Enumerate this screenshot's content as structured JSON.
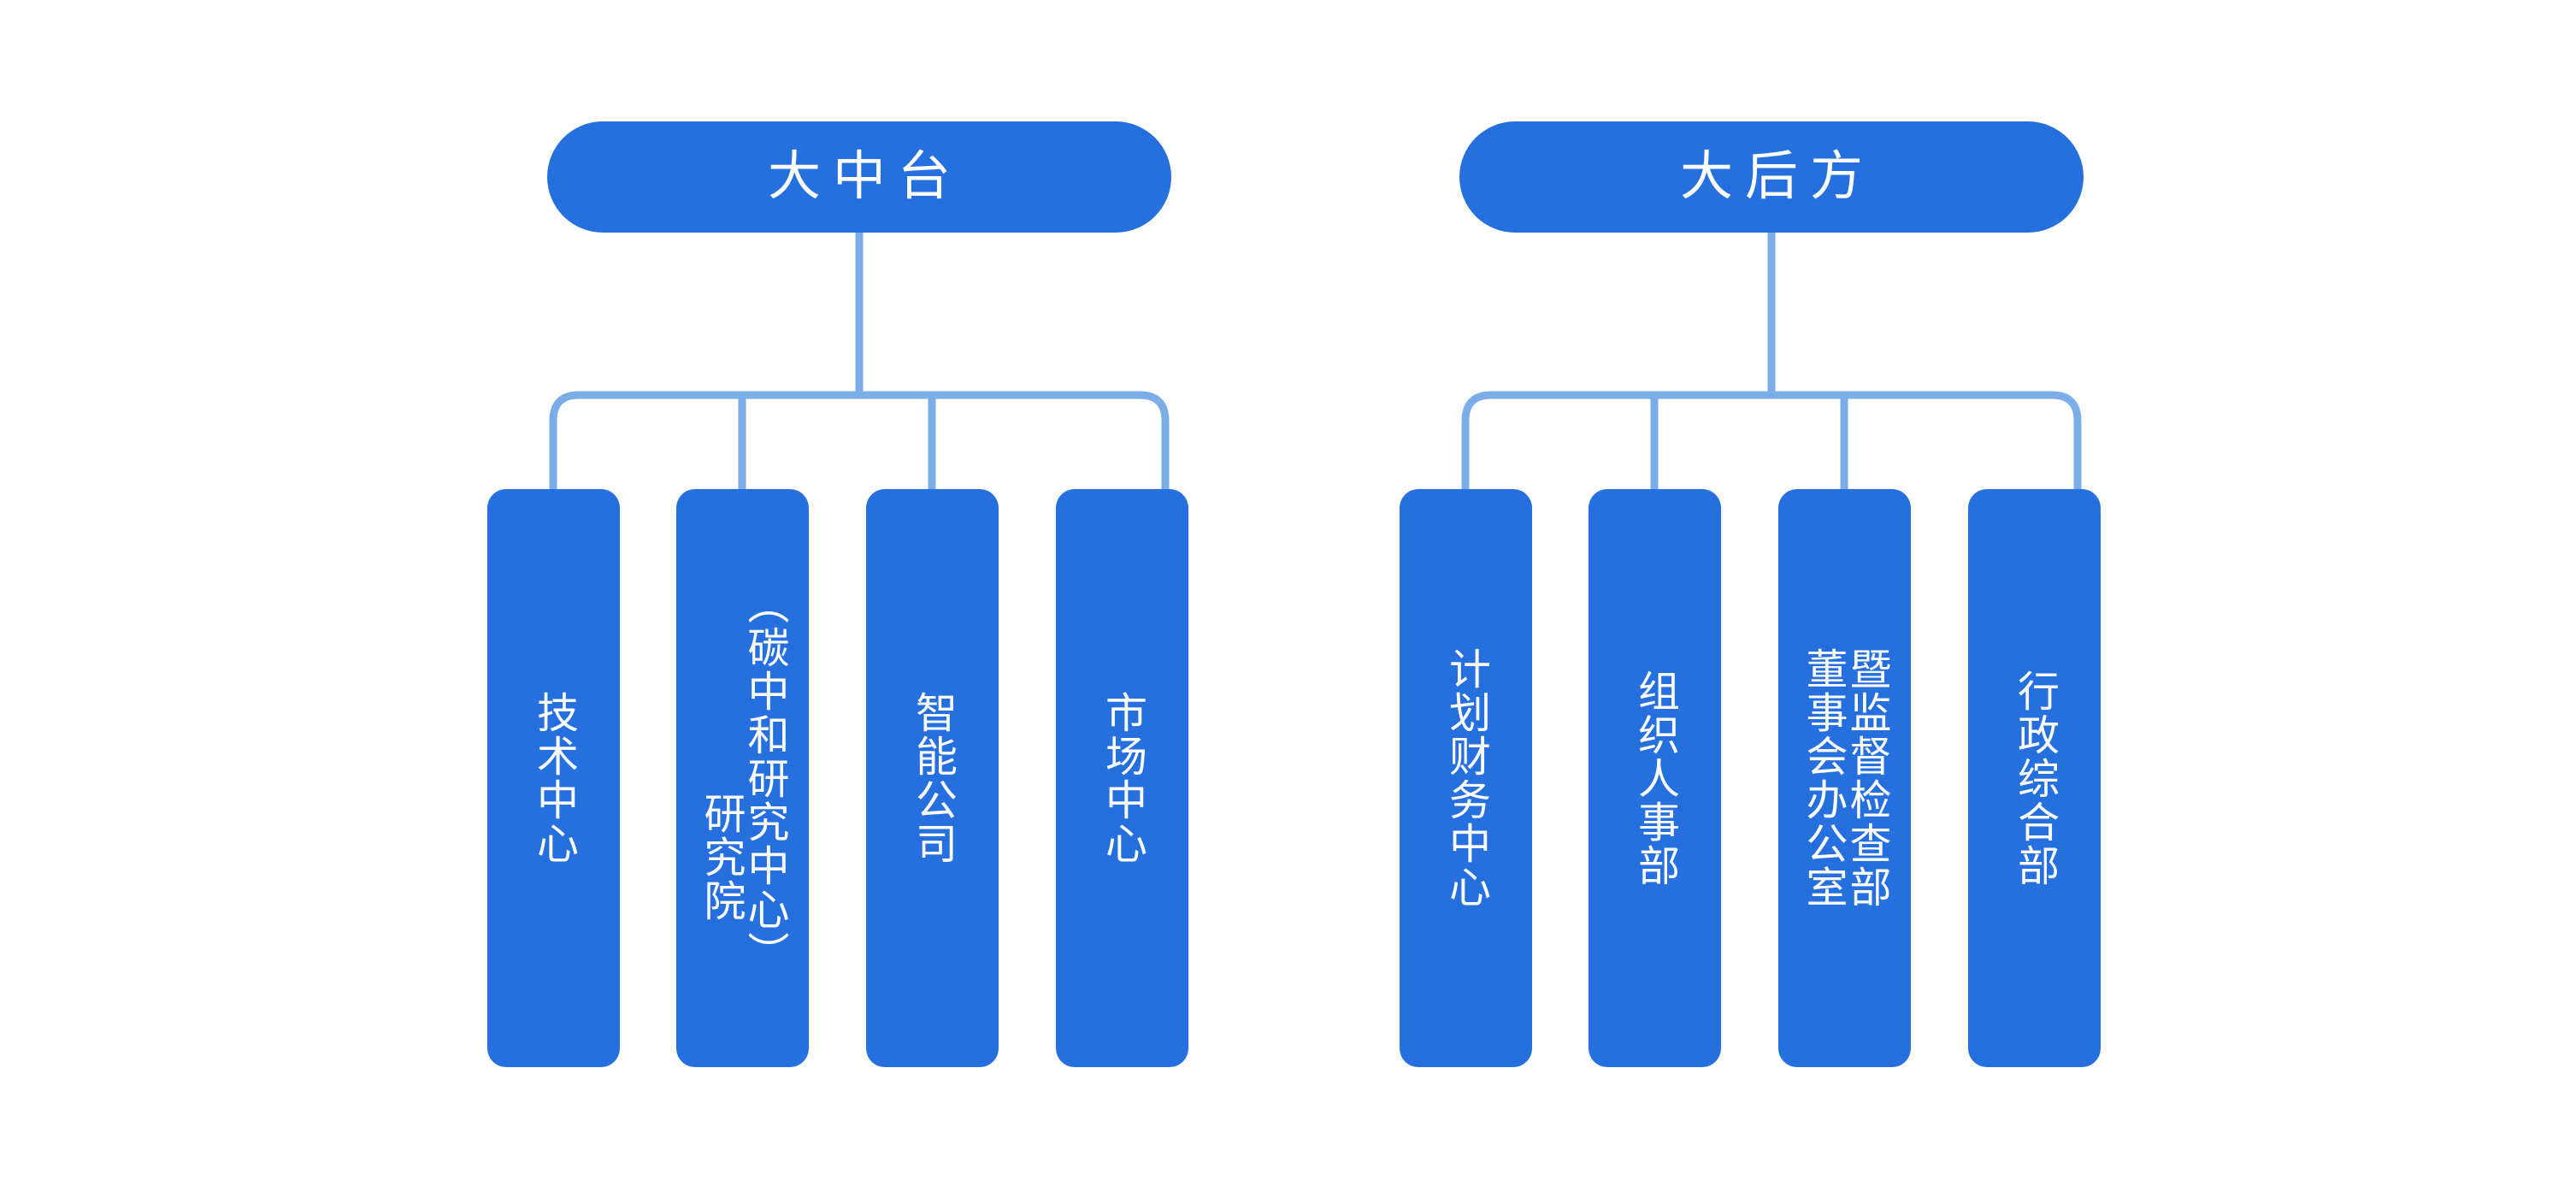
{
  "diagram": {
    "type": "organization-chart",
    "title": "",
    "colors": {
      "node_fill": "#2570de",
      "node_text": "#ffffff",
      "connector": "#7badE8",
      "background": "#ffffff"
    },
    "groups": [
      {
        "id": "group-mid-platform",
        "root_label": "大中台",
        "children": [
          {
            "id": "tech-center",
            "label": "技术中心",
            "columns": [
              "技术中心"
            ]
          },
          {
            "id": "research-institute",
            "label": "研究院（碳中和研究中心）",
            "columns": [
              "（碳中和研究中心）",
              "研究院"
            ]
          },
          {
            "id": "intelligent-company",
            "label": "智能公司",
            "columns": [
              "智能公司"
            ]
          },
          {
            "id": "market-center",
            "label": "市场中心",
            "columns": [
              "市场中心"
            ]
          }
        ]
      },
      {
        "id": "group-rear-support",
        "root_label": "大后方",
        "children": [
          {
            "id": "planning-finance-center",
            "label": "计划财务中心",
            "columns": [
              "计划财务中心"
            ]
          },
          {
            "id": "organization-hr-dept",
            "label": "组织人事部",
            "columns": [
              "组织人事部"
            ]
          },
          {
            "id": "board-office-supervision-dept",
            "label": "董事会办公室暨监督检查部",
            "columns": [
              "暨监督检查部",
              "董事会办公室"
            ]
          },
          {
            "id": "administration-general-dept",
            "label": "行政综合部",
            "columns": [
              "行政综合部"
            ]
          }
        ]
      }
    ]
  }
}
